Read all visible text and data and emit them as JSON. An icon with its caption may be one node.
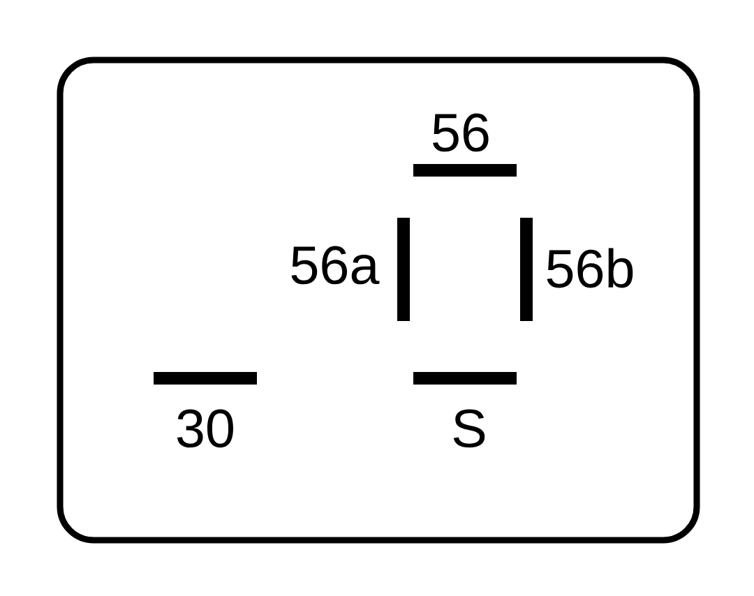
{
  "diagram": {
    "nodes": [
      {
        "text": [],
        "shape": "box"
      },
      {
        "text": [
          "56"
        ],
        "in": 0
      },
      {
        "text": [
          "56a"
        ],
        "in": 0
      },
      {
        "text": [
          "56b"
        ],
        "in": 0
      },
      {
        "text": [
          "30"
        ],
        "in": 0
      },
      {
        "text": [
          "S"
        ],
        "in": 0
      }
    ]
  }
}
